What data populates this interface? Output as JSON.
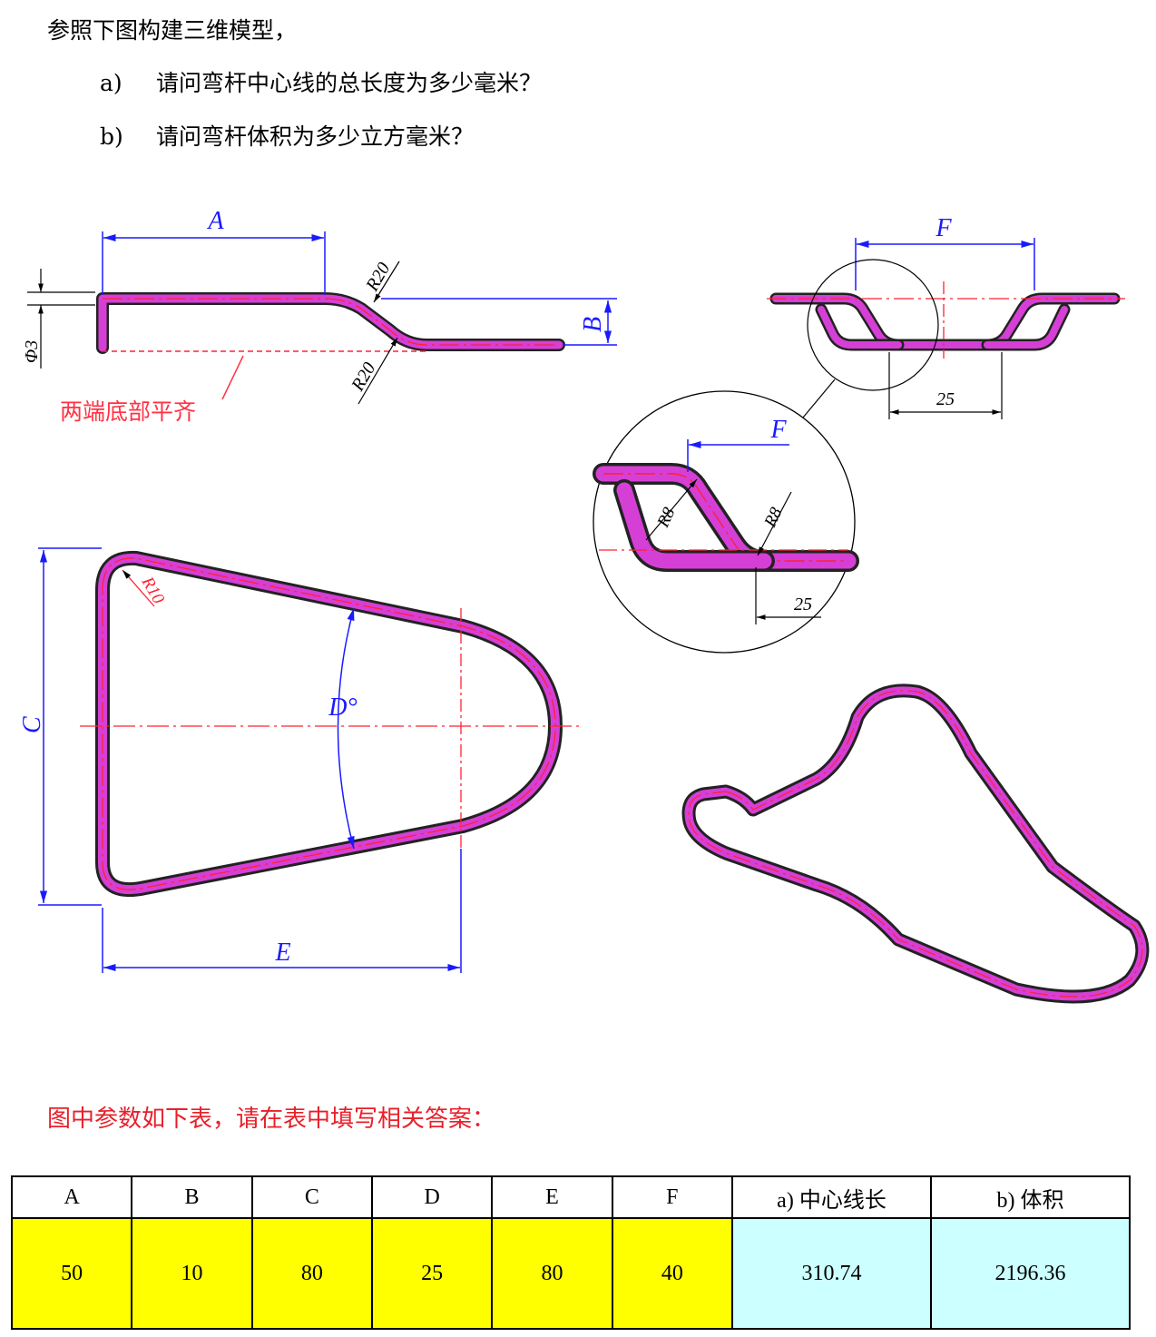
{
  "question": {
    "title": "参照下图构建三维模型，",
    "items": [
      {
        "label": "a)",
        "text": "请问弯杆中心线的总长度为多少毫米？"
      },
      {
        "label": "b)",
        "text": "请问弯杆体积为多少立方毫米？"
      }
    ]
  },
  "drawing": {
    "dims": {
      "A": "A",
      "B": "B",
      "C": "C",
      "D": "D°",
      "E": "E",
      "F": "F",
      "R20_top": "R20",
      "R20_bottom": "R20",
      "R10": "R10",
      "R8_left": "R8",
      "R8_right": "R8",
      "d25_top": "25",
      "d25_detail": "25",
      "phi": "Φ3"
    },
    "note": "两端底部平齐",
    "colors": {
      "rod": "#d63fd6",
      "rod_outline": "#222222",
      "centerline": "#ff2233",
      "dimension": "#1a1aff",
      "note": "#ff3344"
    }
  },
  "note_red": "图中参数如下表，请在表中填写相关答案：",
  "table": {
    "headers": [
      "A",
      "B",
      "C",
      "D",
      "E",
      "F",
      "a) 中心线长",
      "b) 体积"
    ],
    "values": [
      "50",
      "10",
      "80",
      "25",
      "80",
      "40",
      "310.74",
      "2196.36"
    ]
  }
}
